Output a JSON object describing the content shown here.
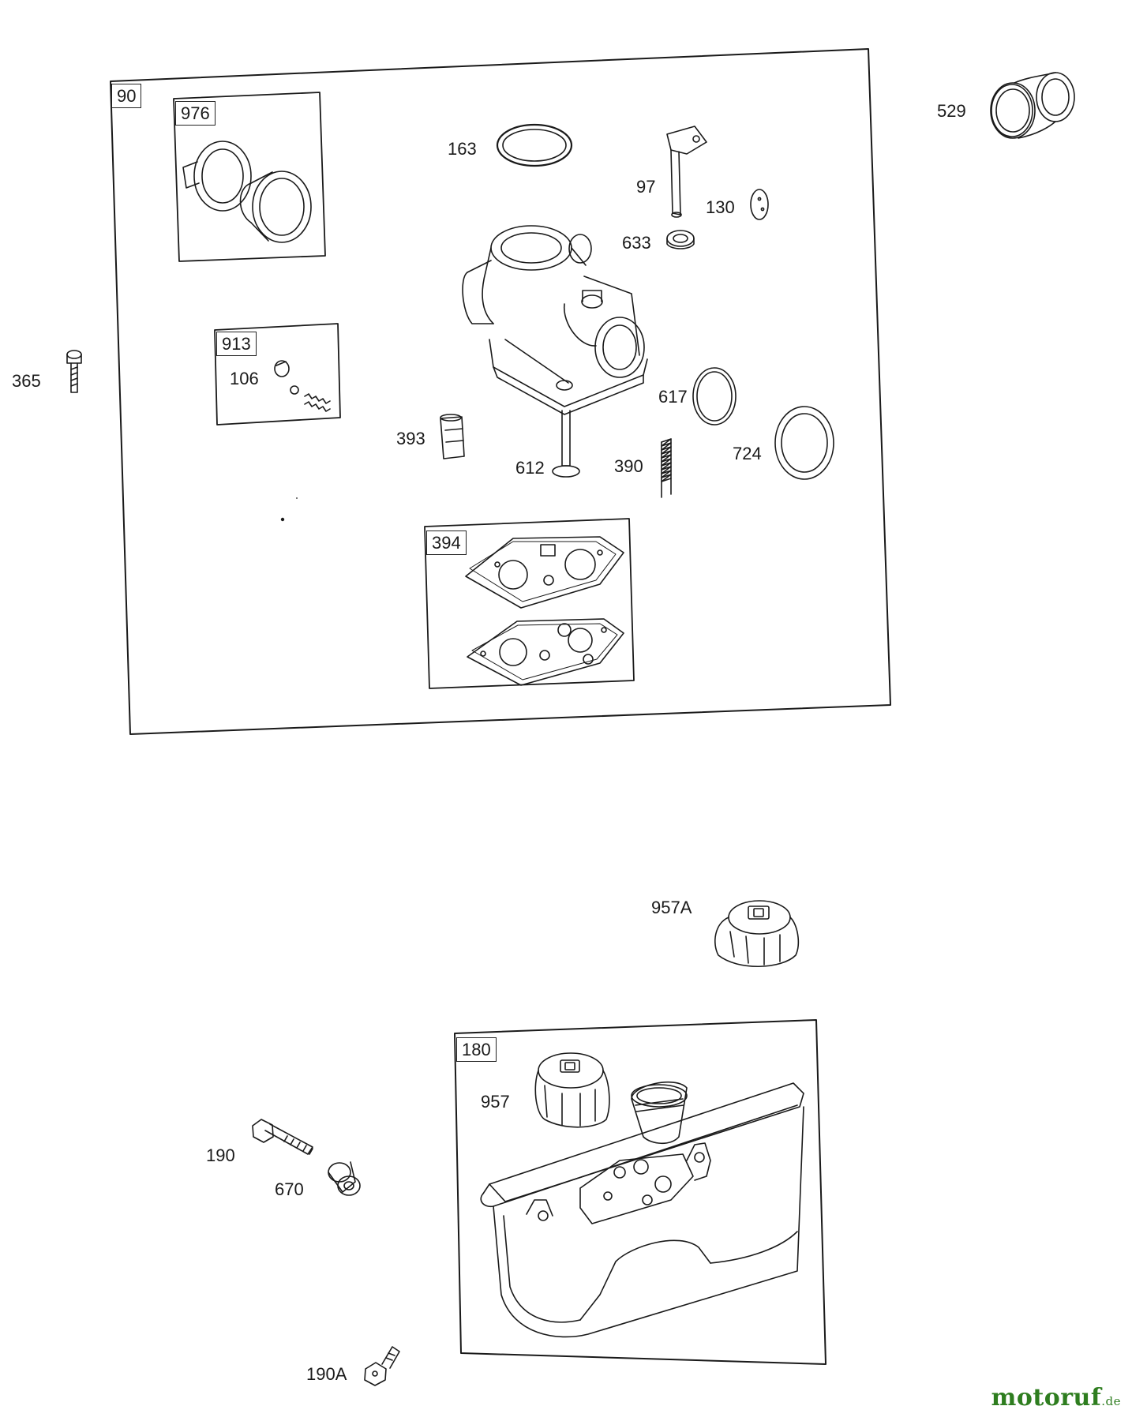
{
  "group_labels": {
    "g90": "90",
    "g976": "976",
    "g913": "913",
    "g394": "394",
    "g180": "180"
  },
  "part_labels": {
    "p529": "529",
    "p163": "163",
    "p97": "97",
    "p130": "130",
    "p633": "633",
    "p365": "365",
    "p106": "106",
    "p617": "617",
    "p724": "724",
    "p393": "393",
    "p612": "612",
    "p390": "390",
    "p957A": "957A",
    "p957": "957",
    "p190": "190",
    "p670": "670",
    "p190A": "190A"
  },
  "watermark": {
    "name": "motoruf",
    "tld": ".de"
  }
}
